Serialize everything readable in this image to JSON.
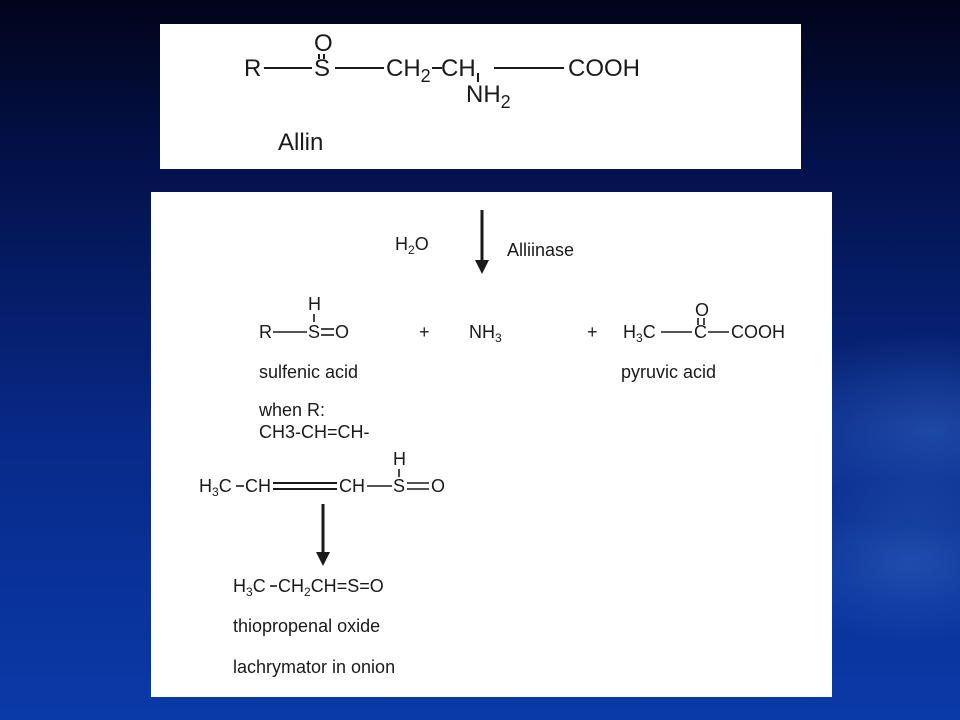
{
  "allin": {
    "r": "R",
    "s": "S",
    "o": "O",
    "ch2": "CH",
    "ch2_sub": "2",
    "ch": "CH",
    "cooh": "COOH",
    "nh2": "NH",
    "nh2_sub": "2",
    "name": "Allin"
  },
  "reaction1": {
    "water": "H",
    "water_sub": "2",
    "water_o": "O",
    "enzyme": "Alliinase"
  },
  "sulfenic": {
    "h": "H",
    "r": "R",
    "s": "S",
    "o": "O",
    "name": "sulfenic acid"
  },
  "plus_1": "+",
  "ammonia": {
    "nh": "NH",
    "sub": "3"
  },
  "plus_2": "+",
  "pyruvic": {
    "o": "O",
    "h3c": "H",
    "h3c_sub": "3",
    "h3c_c": "C",
    "c": "C",
    "cooh": "COOH",
    "name": "pyruvic acid"
  },
  "condition": {
    "line1": "when R:",
    "line2": "CH3-CH=CH-"
  },
  "propenyl": {
    "h3c": "H",
    "h3c_sub": "3",
    "h3c_c": "C",
    "ch_1": "CH",
    "ch_2": "CH",
    "h": "H",
    "s": "S",
    "o": "O"
  },
  "thiopropenal": {
    "h3c": "H",
    "h3c_sub": "3",
    "h3c_c": "C",
    "ch2": "CH",
    "ch2_sub": "2",
    "ch": "CH",
    "eq": "=",
    "s": "S",
    "eq2": "=",
    "o": "O",
    "name": "thiopropenal oxide",
    "note": "lachrymator in onion"
  },
  "colors": {
    "background_top": "#01041a",
    "background_bottom": "#0a3aa8",
    "panel": "#ffffff",
    "ink": "#1a1a1a"
  }
}
